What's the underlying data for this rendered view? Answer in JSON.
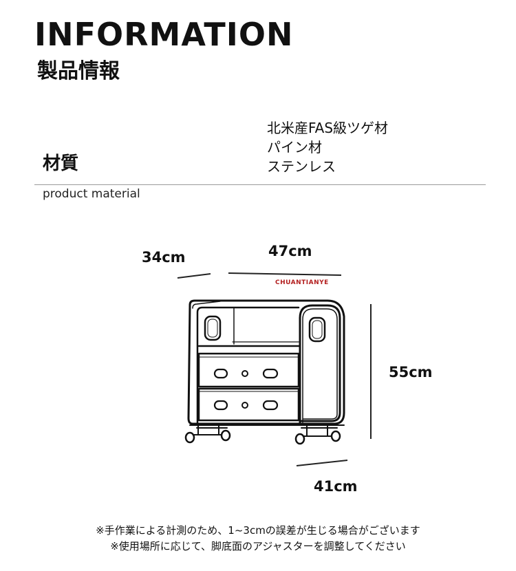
{
  "header": {
    "title": "INFORMATION",
    "subtitle": "製品情報"
  },
  "material": {
    "label": "材質",
    "values": [
      "北米産FAS級ツゲ材",
      "パイン材",
      "ステンレス"
    ],
    "caption": "product material"
  },
  "dimensions": {
    "depth": "34cm",
    "width": "47cm",
    "height": "55cm",
    "base": "41cm"
  },
  "brand": "CHUANTIANYE",
  "notes": [
    "※手作業による計測のため、1~3cmの誤差が生じる場合がございます",
    "※使用場所に応じて、脚底面のアジャスターを調整してください"
  ]
}
